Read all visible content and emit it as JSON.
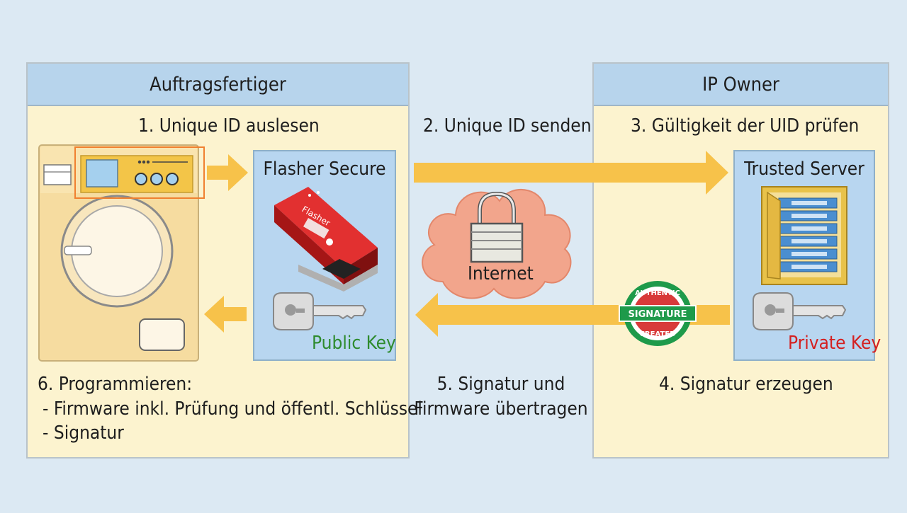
{
  "left_panel": {
    "title": "Auftragsfertiger",
    "step1": "1. Unique ID auslesen",
    "step6_title": "6. Programmieren:",
    "step6_line1": "- Firmware inkl. Prüfung und öffentl. Schlüssel",
    "step6_line2": "- Signatur"
  },
  "flasher": {
    "title": "Flasher Secure",
    "key_label": "Public Key",
    "device_text": "Flasher"
  },
  "right_panel": {
    "title": "IP Owner",
    "step3": "3. Gültigkeit der UID prüfen",
    "step4": "4. Signatur erzeugen"
  },
  "server": {
    "title": "Trusted Server",
    "key_label": "Private Key"
  },
  "middle": {
    "step2": "2. Unique ID senden",
    "internet": "Internet",
    "step5_line1": "5. Signatur und",
    "step5_line2": "Firmware übertragen"
  },
  "seal": {
    "top": "AUTHENTIC",
    "middle": "SIGNATURE",
    "bottom": "CREATED"
  },
  "colors": {
    "arrow": "#f7c24a",
    "panel_bg": "#fcf3cf",
    "header_bg": "#b7d4ec",
    "device_red": "#c81e1e",
    "cloud": "#f2a58c",
    "public_key_text": "#2e8b2e",
    "private_key_text": "#d42020",
    "seal_green": "#1e9a4a",
    "seal_red": "#d83a3a"
  }
}
